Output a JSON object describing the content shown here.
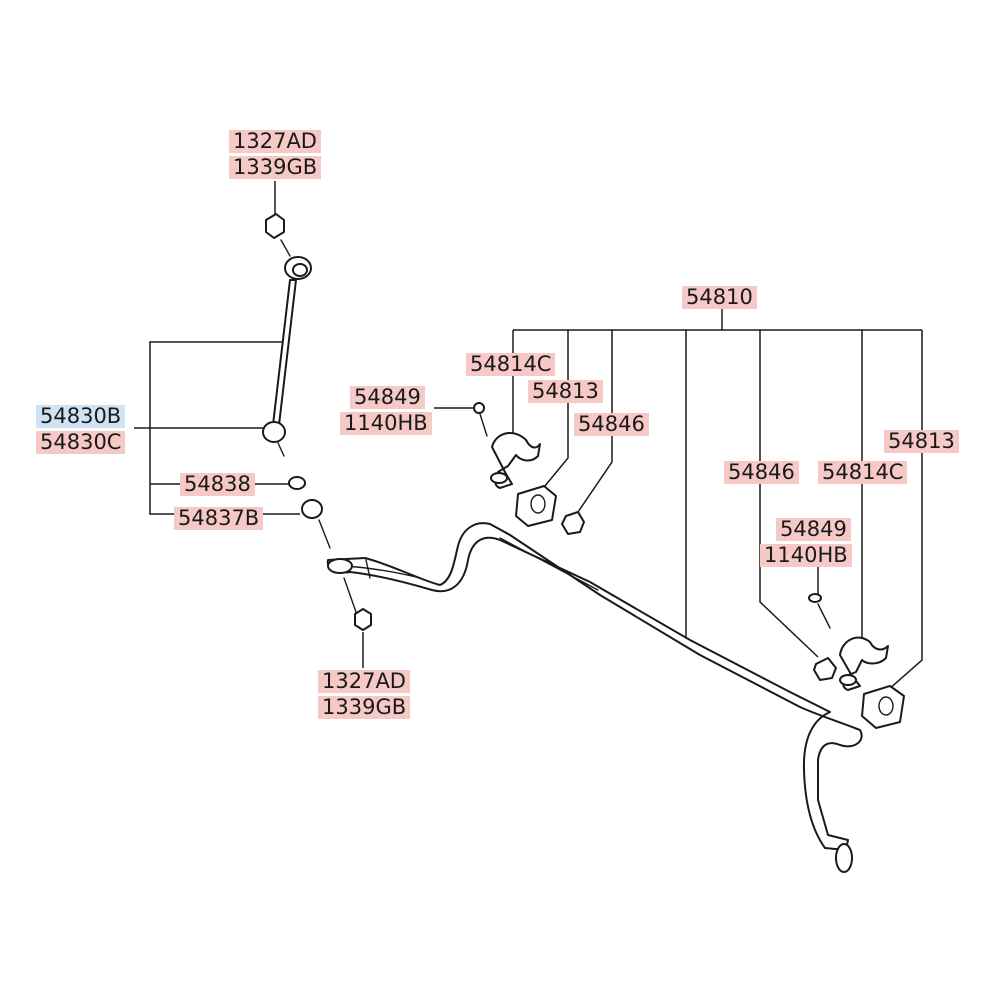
{
  "colors": {
    "callout_default": "#f6c9c6",
    "callout_highlight": "#cfe3f5",
    "line": "#1a1a1a"
  },
  "callouts": {
    "link_top_nut_1": "1327AD",
    "link_top_nut_2": "1339GB",
    "link_assembly_1": "54830B",
    "link_assembly_2": "54830C",
    "washer": "54838",
    "link_bushing": "54837B",
    "link_bottom_nut_1": "1327AD",
    "link_bottom_nut_2": "1339GB",
    "stabilizer_bar": "54810",
    "left_bracket": "54814C",
    "left_bushing": "54813",
    "left_bolt_1": "54849",
    "left_bolt_2": "1140HB",
    "left_stopper": "54846",
    "right_bushing": "54813",
    "right_stopper": "54846",
    "right_bracket": "54814C",
    "right_bolt_1": "54849",
    "right_bolt_2": "1140HB"
  }
}
